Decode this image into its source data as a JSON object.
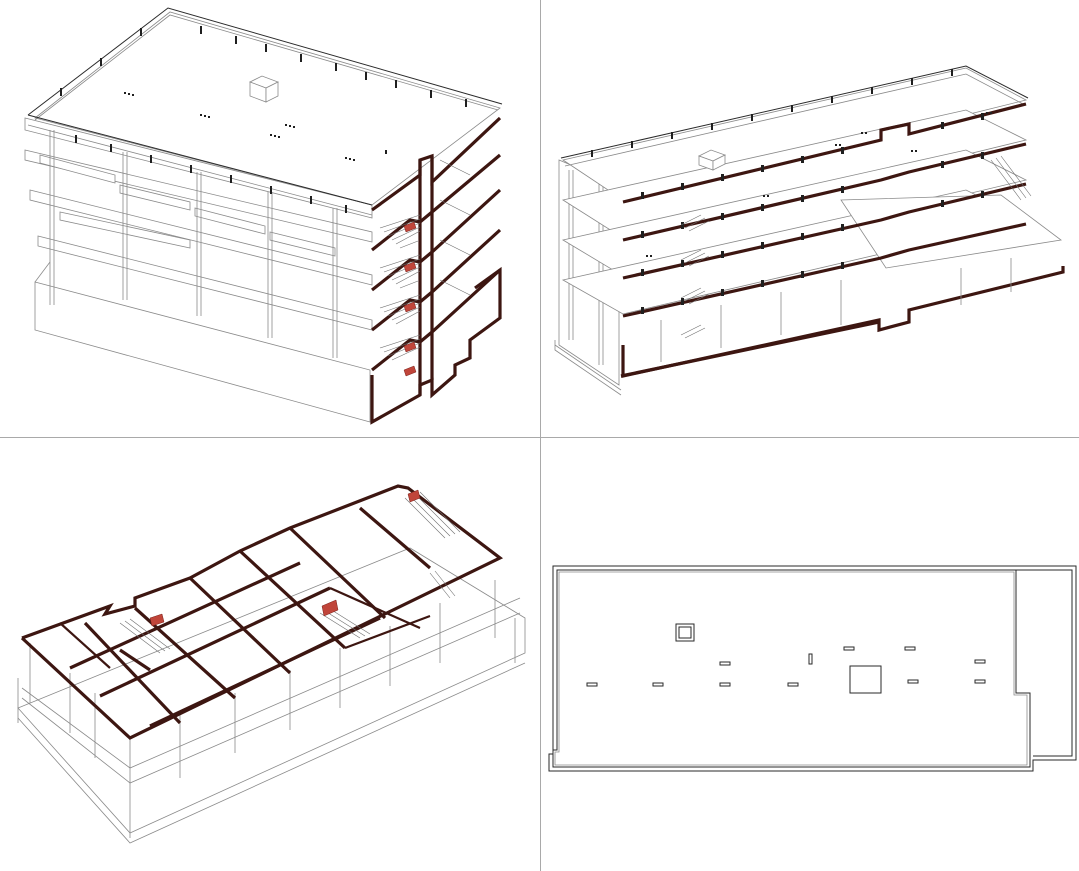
{
  "layout_views": [
    {
      "name": "isometric-section-cutaway",
      "kind": "3d-section"
    },
    {
      "name": "isometric-long-section",
      "kind": "3d-section"
    },
    {
      "name": "isometric-slab-cut",
      "kind": "3d-plan-cut"
    },
    {
      "name": "roof-plan",
      "kind": "2d-plan"
    }
  ],
  "colors": {
    "background": "#ffffff",
    "divider": "#a9a9a9",
    "cut_fill": "#4a1c16",
    "stair_highlight": "#c0453a",
    "linework": "#8a8a8a"
  },
  "building": {
    "floors": 5,
    "roof_features": [
      "roof-hatch",
      "roof-vents"
    ]
  }
}
